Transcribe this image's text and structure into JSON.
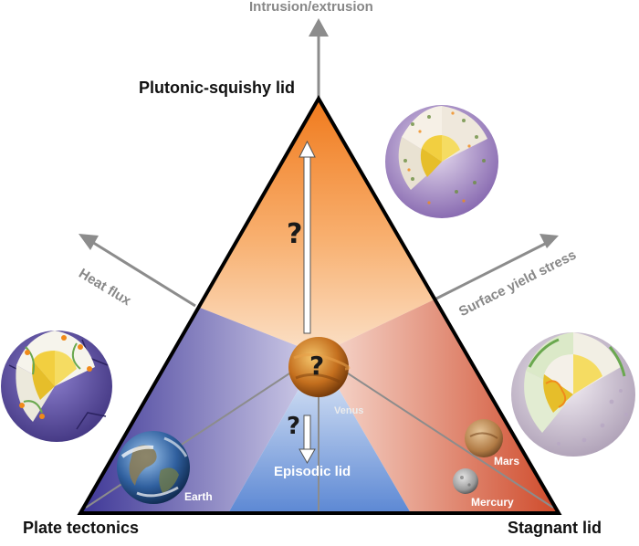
{
  "corners": {
    "top": "Plutonic-squishy lid",
    "left": "Plate tectonics",
    "right": "Stagnant lid"
  },
  "axes": {
    "vertical": "Intrusion/extrusion",
    "left": "Heat flux",
    "right": "Surface yield stress"
  },
  "regions": {
    "bottom_center": "Episodic lid"
  },
  "planets": {
    "venus": "Venus",
    "earth": "Earth",
    "mars": "Mars",
    "mercury": "Mercury"
  },
  "question_marks": {
    "upper": "?",
    "center": "?",
    "lower": "?"
  },
  "colors": {
    "orange_region": "#f6a04a",
    "purple_region": "#6a63b8",
    "red_region": "#d55a3c",
    "blue_region": "#7ea3dd",
    "axis_gray": "#8c8c8c",
    "outline": "#000000"
  }
}
